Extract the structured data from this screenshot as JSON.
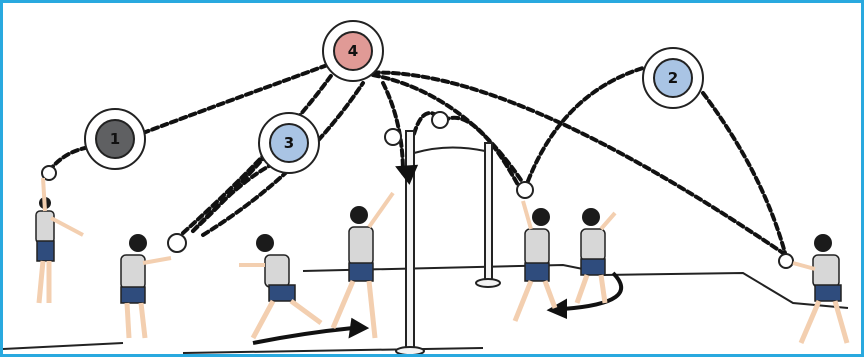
{
  "markers": [
    {
      "label": "1",
      "fill": "#5f6062"
    },
    {
      "label": "2",
      "fill": "#a9c4e4"
    },
    {
      "label": "3",
      "fill": "#a9c4e4"
    },
    {
      "label": "4",
      "fill": "#e09a96"
    }
  ],
  "colors": {
    "border": "#29a9df",
    "shirt": "#d7d7d7",
    "shorts": "#2f4c7d",
    "skin": "#f3cfb0",
    "hair": "#1b1b1b",
    "net": "#222222"
  }
}
